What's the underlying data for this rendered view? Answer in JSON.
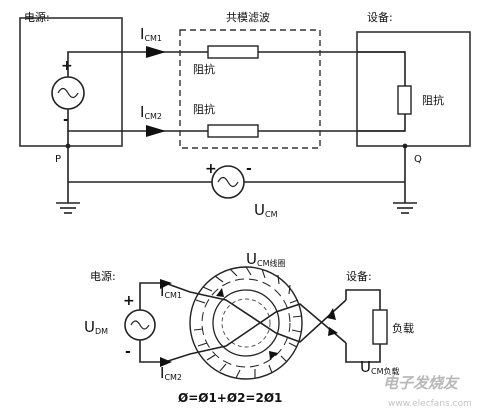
{
  "top_diagram": {
    "power_label": "电源:",
    "filter_label": "共模滤波",
    "device_label": "设备:",
    "impedance_1": "阻抗",
    "impedance_2": "阻抗",
    "impedance_load": "阻抗",
    "icm1": {
      "main": "I",
      "sub": "CM1"
    },
    "icm2": {
      "main": "I",
      "sub": "CM2"
    },
    "ucm": {
      "main": "U",
      "sub": "CM"
    },
    "plus": "+",
    "minus": "-",
    "node_p": "P",
    "node_q": "Q",
    "src_plus": "+",
    "src_minus": "-"
  },
  "bottom_diagram": {
    "power_label": "电源:",
    "device_label": "设备:",
    "ucm_coil": {
      "main": "U",
      "sub": "CM线圈"
    },
    "icm1": {
      "main": "I",
      "sub": "CM1"
    },
    "icm2": {
      "main": "I",
      "sub": "CM2"
    },
    "udm": {
      "main": "U",
      "sub": "DM"
    },
    "load_label": "负载",
    "ucm_load": {
      "main": "U",
      "sub": "CM负载"
    },
    "plus": "+",
    "minus": "-",
    "formula": "Ø=Ø1+Ø2=2Ø1"
  },
  "watermark": {
    "text": "电子发烧友",
    "url": "www.elecfans.com"
  }
}
